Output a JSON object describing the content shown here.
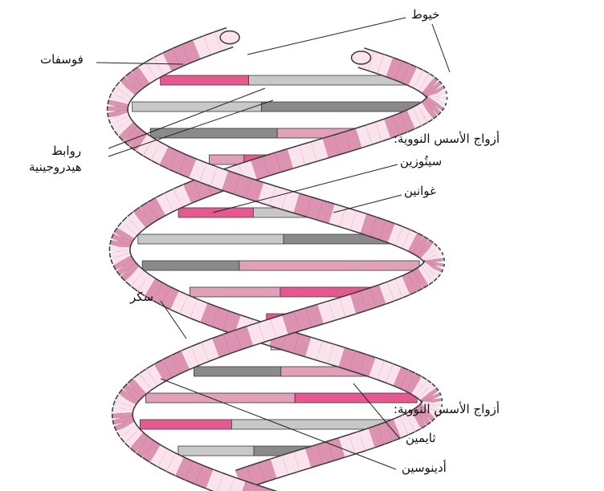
{
  "diagram": {
    "labels": {
      "strands": "خيوط",
      "phosphate": "فوسفات",
      "hydrogen_bonds_line1": "روابط",
      "hydrogen_bonds_line2": "هيدروجينية",
      "base_pairs_top": "أزواج الأسس النووية:",
      "cytosine": "سيتُوزين",
      "guanine": "غوانين",
      "sugar": "سكر",
      "base_pairs_bottom": "أزواج الأسس النووية:",
      "thymine": "ثايمين",
      "adenosine": "أدينوسين"
    },
    "colors": {
      "ribbon_light": "#fbe3ee",
      "ribbon_dark": "#dc92b0",
      "ribbon_outline": "#3a3a3a",
      "guanine": "#e75891",
      "cytosine": "#c8c8c8",
      "adenine": "#8a8a8a",
      "thymine": "#e0a0b8"
    }
  }
}
